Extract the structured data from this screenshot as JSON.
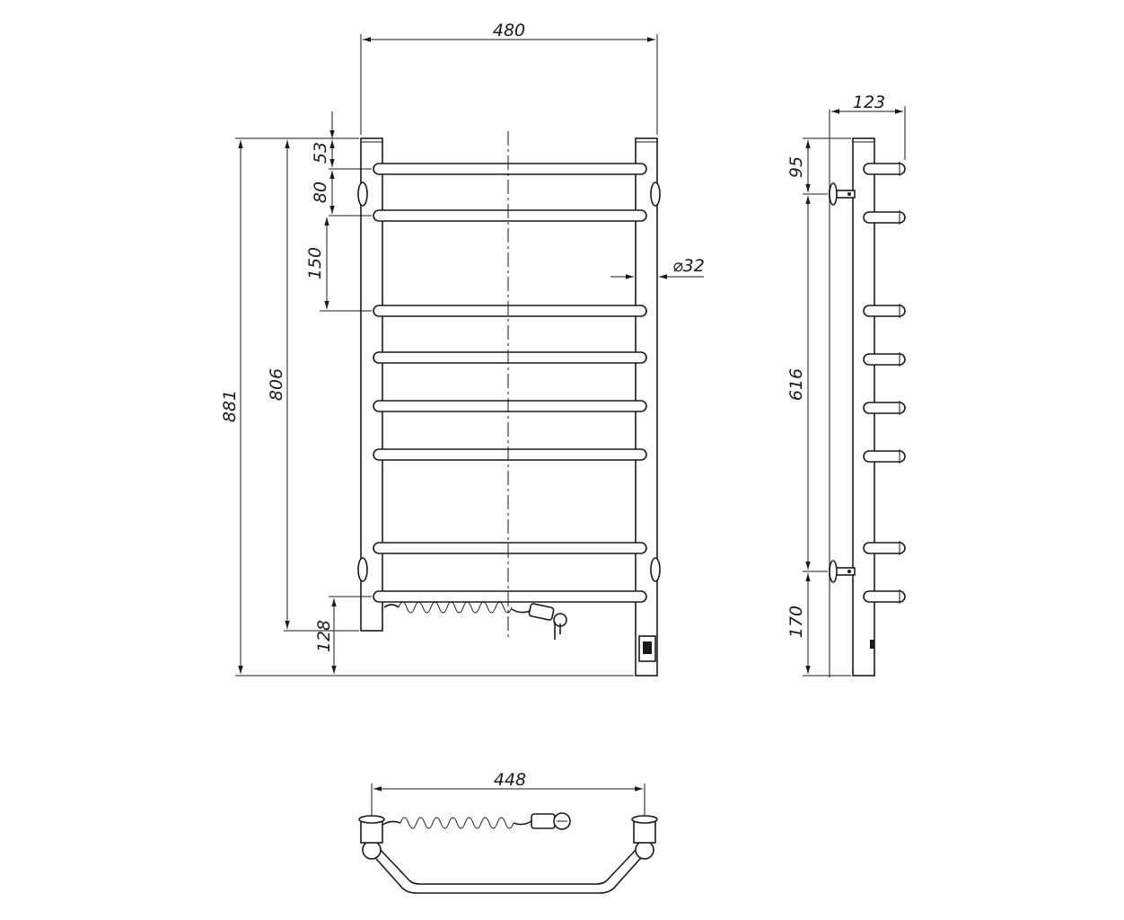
{
  "front_view": {
    "width_label": "480",
    "total_height_label": "881",
    "axis_height_label": "806",
    "top_offset_label": "53",
    "spacing_label_1": "80",
    "spacing_label_2": "150",
    "bottom_offset_label": "128",
    "tube_diameter_label": "⌀32"
  },
  "side_view": {
    "depth_label": "123",
    "top_mount_label": "95",
    "mount_spacing_label": "616",
    "bottom_mount_label": "170"
  },
  "top_view": {
    "width_label": "448"
  }
}
